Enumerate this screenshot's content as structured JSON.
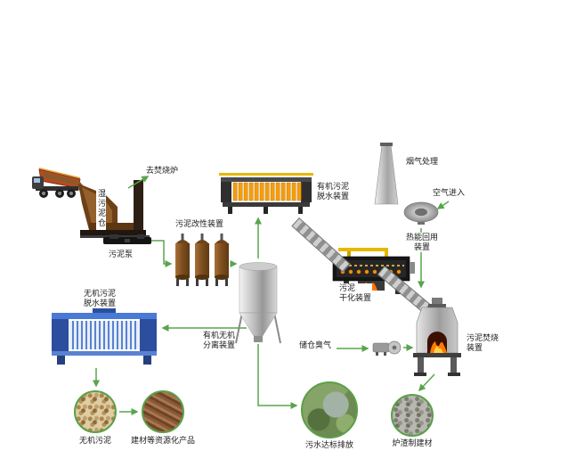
{
  "diagram": {
    "name": "sludge-treatment-process-flow",
    "background": "#ffffff"
  },
  "colors": {
    "arrow_green": "#58a54c",
    "circle_ring": "#5aa048",
    "tank_brown": "#8a5a2b",
    "filter_press_orange": "#f59e0b",
    "filter_press_blue": "#3567c8",
    "flame_orange": "#ff7a00",
    "machine_gray": "#a8a8a8"
  },
  "labels": {
    "to_incinerator": "去焚烧炉",
    "wet_sludge_silo": "湿污泥仓",
    "sludge_pump": "污泥泵",
    "sludge_modification": "污泥改性装置",
    "inorganic_dewatering": [
      "无机污泥",
      "脱水装置"
    ],
    "separation": [
      "有机无机",
      "分离装置"
    ],
    "organic_dewatering": [
      "有机污泥",
      "脱水装置"
    ],
    "flue_gas": "烟气处理",
    "air_in": "空气进入",
    "heat_recycle": [
      "热能回用",
      "装置"
    ],
    "drying": [
      "污泥",
      "干化装置"
    ],
    "silo_odor": "储仓臭气",
    "incineration": [
      "污泥焚烧",
      "装置"
    ],
    "outputs": {
      "inorganic_sludge": "无机污泥",
      "building_products": "建材等资源化产品",
      "wastewater": "污水达标排放",
      "slag_materials": "炉渣制建材"
    }
  },
  "flows": [
    {
      "from": "wet_sludge_silo",
      "to": "incinerator_odor_line"
    },
    {
      "from": "sludge_pump",
      "to": "sludge_modification"
    },
    {
      "from": "sludge_modification",
      "to": "separation"
    },
    {
      "from": "separation",
      "to": "organic_dewatering"
    },
    {
      "from": "separation",
      "to": "inorganic_dewatering"
    },
    {
      "from": "inorganic_dewatering",
      "to": "inorganic_sludge"
    },
    {
      "from": "inorganic_sludge",
      "to": "building_products"
    },
    {
      "from": "separation",
      "to": "wastewater"
    },
    {
      "from": "silo_odor",
      "to": "blower"
    },
    {
      "from": "blower",
      "to": "incineration"
    },
    {
      "from": "incineration",
      "to": "slag_materials"
    },
    {
      "from": "air_in",
      "to": "fan"
    },
    {
      "from": "fan",
      "to": "heat_recycle"
    }
  ]
}
